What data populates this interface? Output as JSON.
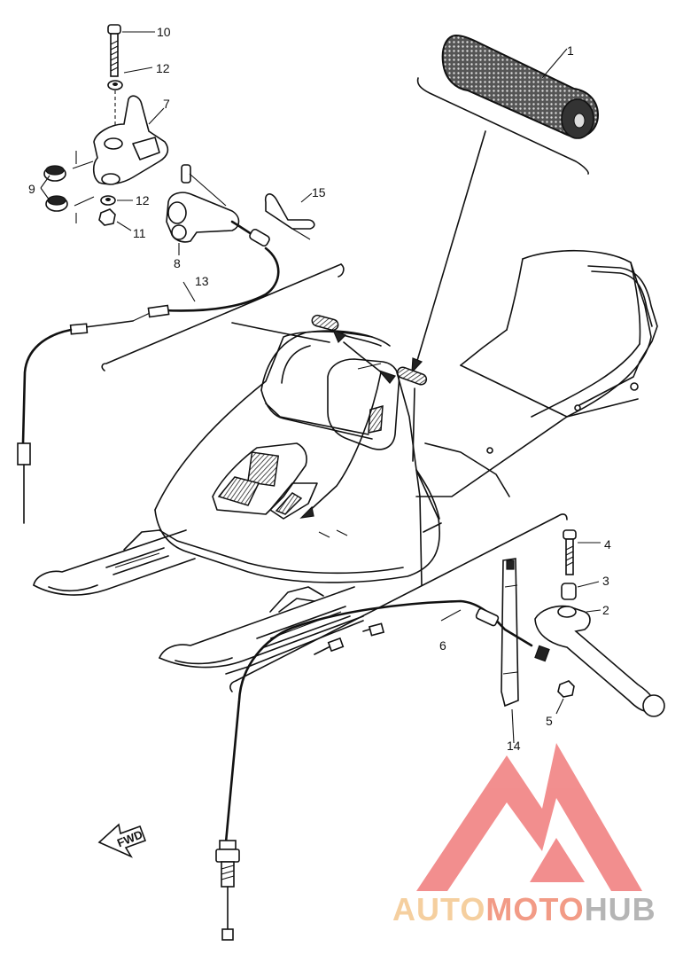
{
  "callouts": [
    {
      "id": "1",
      "text": "1"
    },
    {
      "id": "2",
      "text": "2"
    },
    {
      "id": "3",
      "text": "3"
    },
    {
      "id": "4",
      "text": "4"
    },
    {
      "id": "5",
      "text": "5"
    },
    {
      "id": "6",
      "text": "6"
    },
    {
      "id": "7",
      "text": "7"
    },
    {
      "id": "8",
      "text": "8"
    },
    {
      "id": "9",
      "text": "9"
    },
    {
      "id": "10",
      "text": "10"
    },
    {
      "id": "11",
      "text": "11"
    },
    {
      "id": "12a",
      "text": "12"
    },
    {
      "id": "12b",
      "text": "12"
    },
    {
      "id": "13",
      "text": "13"
    },
    {
      "id": "14",
      "text": "14"
    },
    {
      "id": "15",
      "text": "15"
    }
  ],
  "direction_label": "FWD",
  "watermark": {
    "part1": "AUTO",
    "part2": "MOTO",
    "part3": "HUB",
    "color_light": "#f4c78f",
    "color_mid": "#f08a72",
    "color_dark": "#a9a9a9",
    "logo_color": "#f07b7b"
  }
}
